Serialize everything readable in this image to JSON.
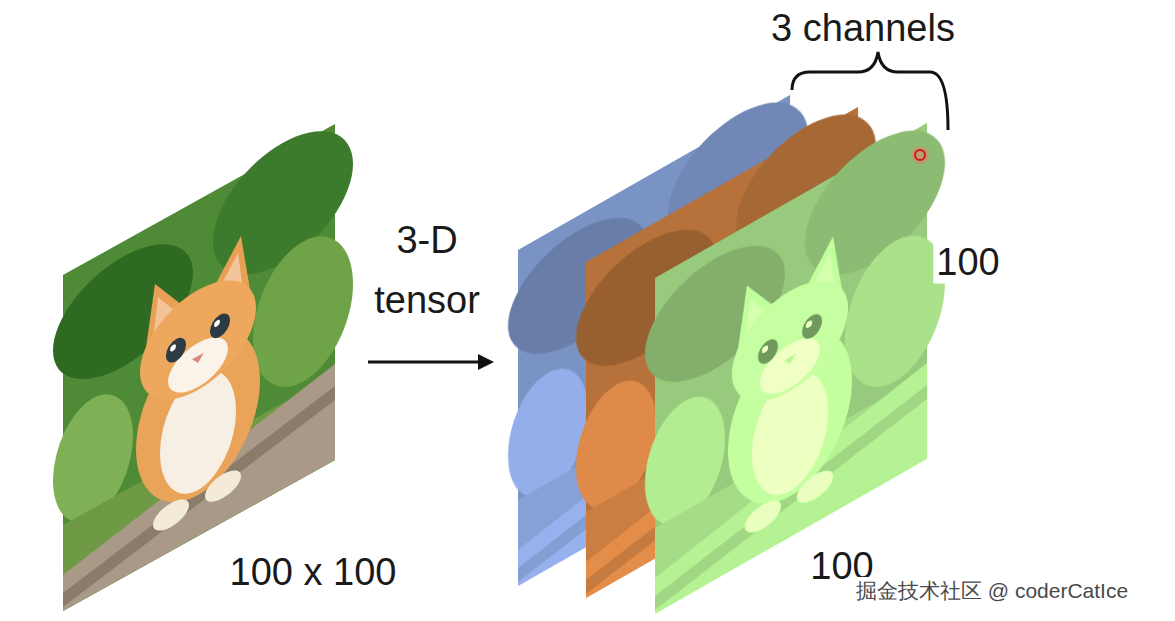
{
  "diagram": {
    "labels": [
      "3 channels",
      "3-D tensor",
      "100",
      "100 x 100",
      "100",
      "掘金技术社区 @ coderCatIce"
    ]
  }
}
